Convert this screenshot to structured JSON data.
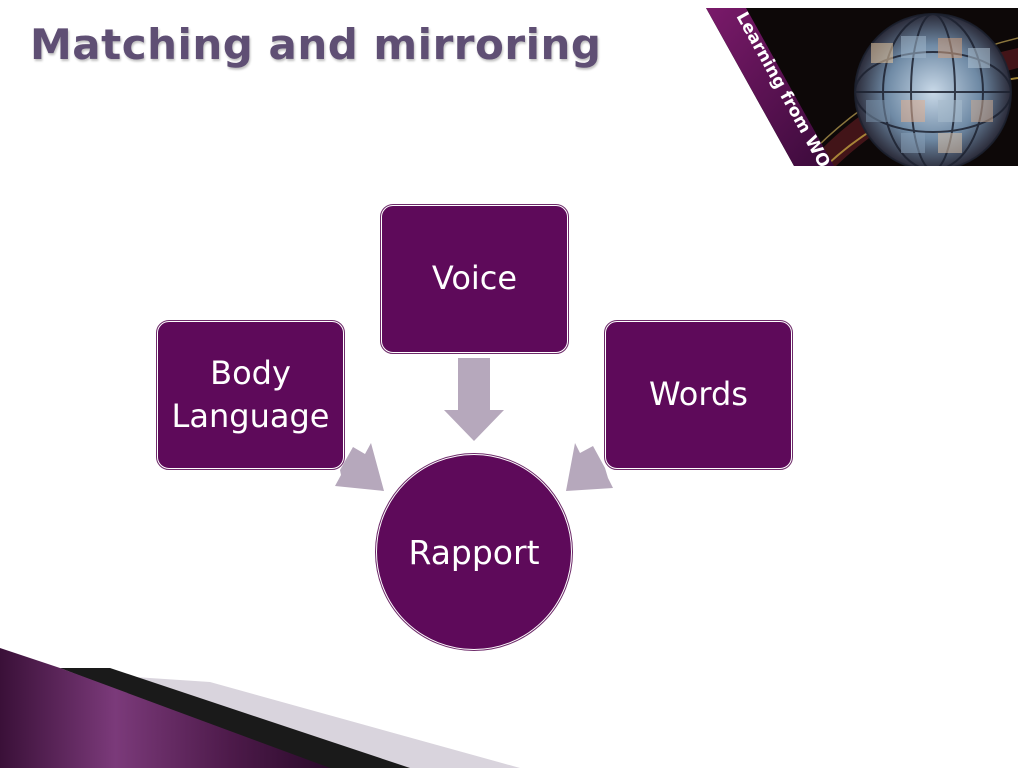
{
  "slide": {
    "title": "Matching and mirroring"
  },
  "logo": {
    "text": "Learning from WOeRK"
  },
  "diagram": {
    "top_node": "Voice",
    "left_node": "Body Language",
    "right_node": "Words",
    "center_node": "Rapport",
    "colors": {
      "node_fill": "#5e0a5a",
      "arrow_fill": "#b6a8bc",
      "title_color": "#5f4f74"
    }
  }
}
